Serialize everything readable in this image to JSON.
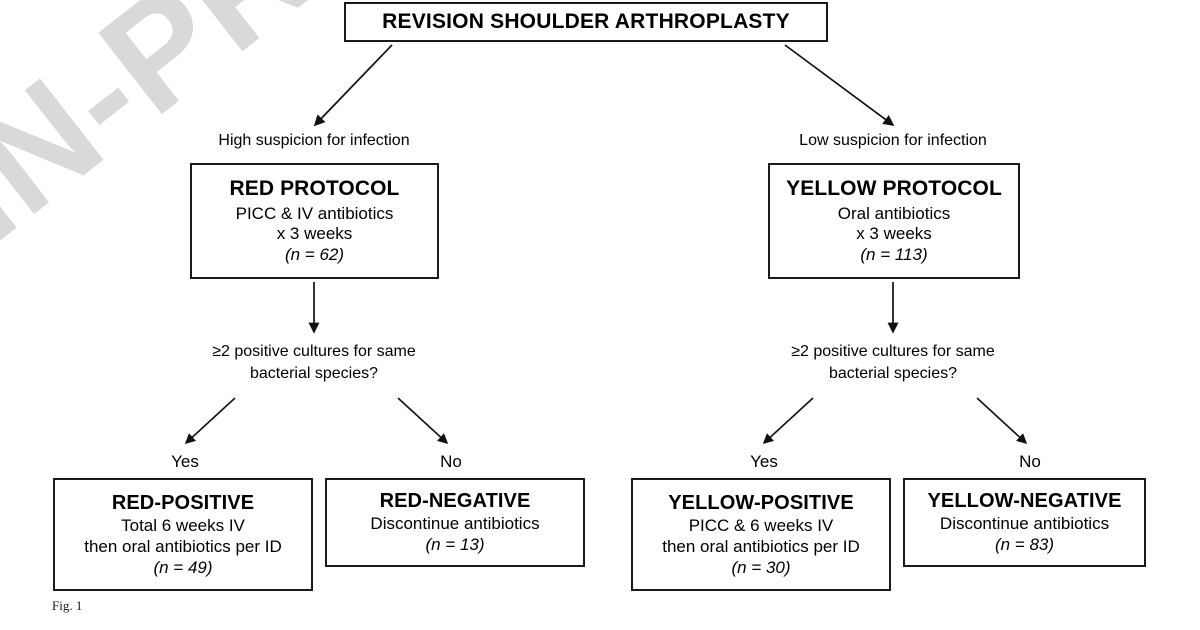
{
  "figure": {
    "caption": "Fig. 1",
    "watermark": "IN-PRESS",
    "watermark_color": "#d9d9d9",
    "background_color": "#ffffff",
    "line_color": "#1a1a1a"
  },
  "root": {
    "title": "REVISION SHOULDER ARTHROPLASTY"
  },
  "branches": [
    {
      "id": "red",
      "edge_label": "High suspicion for infection",
      "protocol": {
        "heading": "RED PROTOCOL",
        "line1": "PICC & IV antibiotics",
        "line2": "x 3 weeks",
        "n": "(n = 62)"
      },
      "question": {
        "line1": "≥2 positive cultures for same",
        "line2": "bacterial species?"
      },
      "outcomes": [
        {
          "answer": "Yes",
          "heading": "RED-POSITIVE",
          "line1": "Total 6 weeks IV",
          "line2": "then oral antibiotics per ID",
          "n": "(n = 49)"
        },
        {
          "answer": "No",
          "heading": "RED-NEGATIVE",
          "line1": "Discontinue antibiotics",
          "line2": "",
          "n": "(n = 13)"
        }
      ]
    },
    {
      "id": "yellow",
      "edge_label": "Low suspicion for infection",
      "protocol": {
        "heading": "YELLOW PROTOCOL",
        "line1": "Oral antibiotics",
        "line2": "x 3 weeks",
        "n": "(n = 113)"
      },
      "question": {
        "line1": "≥2 positive cultures for same",
        "line2": "bacterial species?"
      },
      "outcomes": [
        {
          "answer": "Yes",
          "heading": "YELLOW-POSITIVE",
          "line1": "PICC & 6 weeks IV",
          "line2": "then oral antibiotics per ID",
          "n": "(n = 30)"
        },
        {
          "answer": "No",
          "heading": "YELLOW-NEGATIVE",
          "line1": "Discontinue antibiotics",
          "line2": "",
          "n": "(n = 83)"
        }
      ]
    }
  ]
}
